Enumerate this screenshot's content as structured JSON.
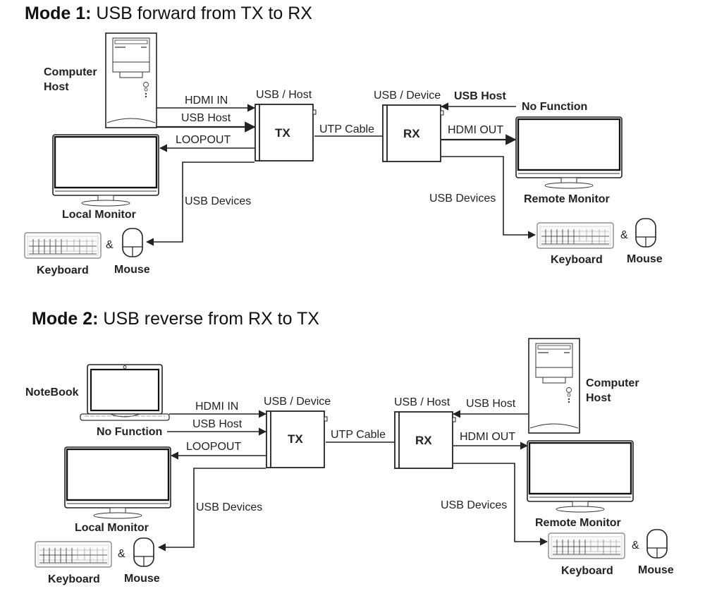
{
  "modes": [
    {
      "title_bold": "Mode 1:",
      "title_rest": " USB forward from TX to RX",
      "tx": {
        "label": "TX",
        "usb_role": "USB / Host"
      },
      "rx": {
        "label": "RX",
        "usb_role": "USB / Device"
      },
      "cable_label": "UTP Cable",
      "left": {
        "source_label_line1": "Computer",
        "source_label_line2": "Host",
        "hdmi_in": "HDMI IN",
        "usb_host": "USB Host",
        "loopout": "LOOPOUT",
        "monitor_label": "Local Monitor",
        "usb_devices": "USB Devices",
        "keyboard_label": "Keyboard",
        "amp": "&",
        "mouse_label": "Mouse"
      },
      "right": {
        "usb_host": "USB Host",
        "no_function": "No Function",
        "hdmi_out": "HDMI OUT",
        "monitor_label": "Remote Monitor",
        "usb_devices": "USB Devices",
        "keyboard_label": "Keyboard",
        "amp": "&",
        "mouse_label": "Mouse"
      }
    },
    {
      "title_bold": "Mode 2:",
      "title_rest": " USB reverse from RX to TX",
      "tx": {
        "label": "TX",
        "usb_role": "USB / Device"
      },
      "rx": {
        "label": "RX",
        "usb_role": "USB / Host"
      },
      "cable_label": "UTP Cable",
      "left": {
        "source_label": "NoteBook",
        "hdmi_in": "HDMI IN",
        "usb_host": "USB Host",
        "no_function": "No Function",
        "loopout": "LOOPOUT",
        "monitor_label": "Local Monitor",
        "usb_devices": "USB Devices",
        "keyboard_label": "Keyboard",
        "amp": "&",
        "mouse_label": "Mouse"
      },
      "right": {
        "usb_host": "USB Host",
        "source_label_line1": "Computer",
        "source_label_line2": "Host",
        "hdmi_out": "HDMI OUT",
        "monitor_label": "Remote Monitor",
        "usb_devices": "USB Devices",
        "keyboard_label": "Keyboard",
        "amp": "&",
        "mouse_label": "Mouse"
      }
    }
  ]
}
